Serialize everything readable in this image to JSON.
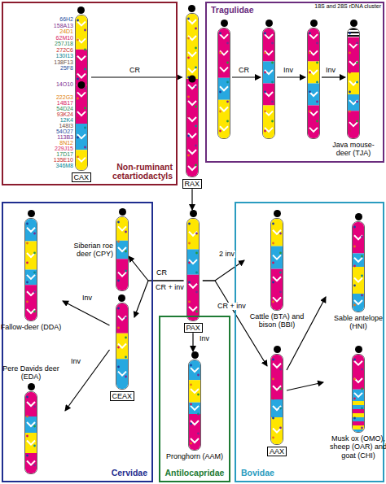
{
  "diagram": {
    "nodes": [
      {
        "text": [
          "Non-ruminant cetartiodactyls"
        ]
      },
      {
        "text": [
          "CAX"
        ],
        "in": 0
      },
      {
        "text": [
          "RAX"
        ]
      },
      {
        "text": [
          "Tragulidae"
        ]
      },
      {
        "text": [
          "Java mouse-deer (TJA)"
        ],
        "in": 3
      },
      {
        "text": [
          "PAX"
        ]
      },
      {
        "text": [
          "Cervidae"
        ]
      },
      {
        "text": [
          "Siberian roe deer (CPY)"
        ],
        "in": 6
      },
      {
        "text": [
          "Fallow-deer (DDA)"
        ],
        "in": 6
      },
      {
        "text": [
          "CEAX"
        ],
        "in": 6
      },
      {
        "text": [
          "Pere Davids deer (EDA)"
        ],
        "in": 6
      },
      {
        "text": [
          "Antilocapridae"
        ]
      },
      {
        "text": [
          "Pronghorn (AAM)"
        ],
        "in": 11
      },
      {
        "text": [
          "Bovidae"
        ]
      },
      {
        "text": [
          "Cattle (BTA) and bison (BBI)"
        ],
        "in": 13
      },
      {
        "text": [
          "AAX"
        ],
        "in": 13
      },
      {
        "text": [
          "Sable antelope (HNI)"
        ],
        "in": 13
      },
      {
        "text": [
          "Musk ox (OMO), sheep (OAR) and goat (CHI)"
        ],
        "in": 13
      }
    ],
    "edges": [
      {
        "from": 1,
        "to": 2,
        "arrow": "to",
        "label": "CR"
      },
      {
        "from": 2,
        "to": 5,
        "arrow": "to"
      },
      {
        "from": 5,
        "to": 7,
        "arrow": "to",
        "label": "CR"
      },
      {
        "from": 5,
        "to": 9,
        "arrow": "to",
        "label": "CR + inv"
      },
      {
        "from": 9,
        "to": 8,
        "arrow": "to",
        "label": "Inv"
      },
      {
        "from": 9,
        "to": 10,
        "arrow": "to",
        "label": "Inv"
      },
      {
        "from": 5,
        "to": 12,
        "arrow": "to",
        "label": "Inv"
      },
      {
        "from": 5,
        "to": 14,
        "arrow": "to",
        "label": "2 inv"
      },
      {
        "from": 5,
        "to": 15,
        "arrow": "to",
        "label": "CR + inv"
      },
      {
        "from": 15,
        "to": 16,
        "arrow": "to"
      },
      {
        "from": 15,
        "to": 17,
        "arrow": "to"
      }
    ],
    "labels": [
      "66H2",
      "158A13",
      "24D1",
      "62M10",
      "257J18",
      "272C6",
      "130I13",
      "138F13",
      "25F8",
      "14O10",
      "222G3",
      "14B17",
      "54D24",
      "93K24",
      "12K4",
      "148I3",
      "54O27",
      "113B3",
      "8N12",
      "229J15",
      "17D17",
      "135E10",
      "346M8",
      "CR",
      "Inv",
      "Inv",
      "18S and 28S rDNA cluster"
    ]
  }
}
